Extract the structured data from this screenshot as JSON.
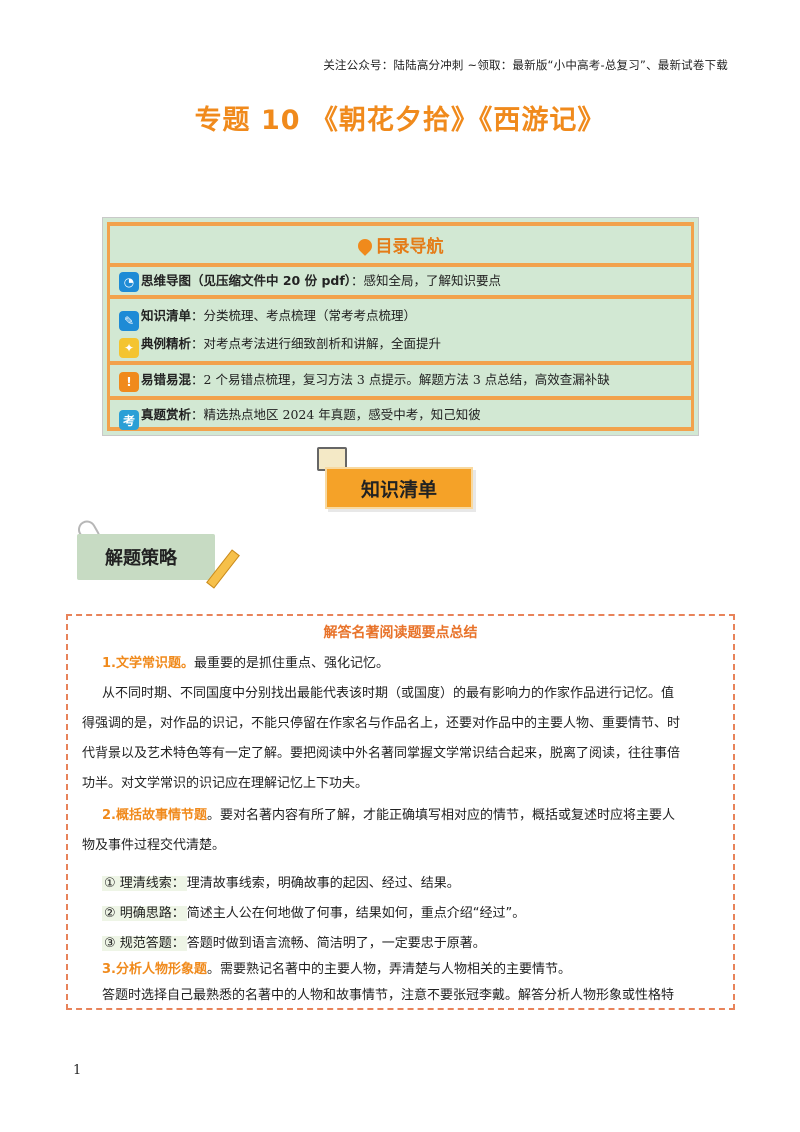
{
  "header_note": "关注公众号：陆陆高分冲刺 ~领取：最新版“小中高考-总复习”、最新试卷下载",
  "title": "专题 10 《朝花夕拾》《西游记》",
  "toc": {
    "title": "目录导航",
    "rows": [
      {
        "label": "思维导图（见压缩文件中 20 份 pdf）",
        "text": "：感知全局，了解知识要点"
      },
      {
        "label": "知识清单",
        "text": "：分类梳理、考点梳理（常考考点梳理）"
      },
      {
        "label": "典例精析",
        "text": "：对考点考法进行细致剖析和讲解，全面提升"
      },
      {
        "label": "易错易混",
        "text": "：2 个易错点梳理，复习方法 3 点提示。解题方法 3 点总结，高效查漏补缺"
      },
      {
        "label": "真题赏析",
        "text": "：精选热点地区 2024 年真题，感受中考，知己知彼"
      }
    ],
    "icon_kao": "考"
  },
  "knowledge_banner": "知识清单",
  "strategy_tag": "解题策略",
  "summary": {
    "title": "解答名著阅读题要点总结",
    "s1_head": "1.文学常识题。",
    "s1_text": "最重要的是抓住重点、强化记忆。",
    "s1_p1": "从不同时期、不同国度中分别找出最能代表该时期（或国度）的最有影响力的作家作品进行记忆。值",
    "s1_p2": "得强调的是，对作品的识记，不能只停留在作家名与作品名上，还要对作品中的主要人物、重要情节、时",
    "s1_p3": "代背景以及艺术特色等有一定了解。要把阅读中外名著同掌握文学常识结合起来，脱离了阅读，往往事倍",
    "s1_p4": "功半。对文学常识的识记应在理解记忆上下功夫。",
    "s2_head": "2.概括故事情节题",
    "s2_text": "。要对名著内容有所了解，才能正确填写相对应的情节，概括或复述时应将主要人",
    "s2_p2": "物及事件过程交代清楚。",
    "items": [
      {
        "label": "① 理清线索：",
        "text": "理清故事线索，明确故事的起因、经过、结果。"
      },
      {
        "label": "② 明确思路：",
        "text": "简述主人公在何地做了何事，结果如何，重点介绍“经过”。"
      },
      {
        "label": "③ 规范答题：",
        "text": "答题时做到语言流畅、简洁明了，一定要忠于原著。"
      }
    ],
    "s3_head": "3.分析人物形象题",
    "s3_text": "。需要熟记名著中的主要人物，弄清楚与人物相关的主要情节。",
    "s3_p2": "答题时选择自己最熟悉的名著中的人物和故事情节，注意不要张冠李戴。解答分析人物形象或性格特"
  },
  "page_number": "1",
  "colors": {
    "accent": "#f08a1c",
    "toc_bg": "#d2e8d3",
    "border": "#e8835a"
  }
}
